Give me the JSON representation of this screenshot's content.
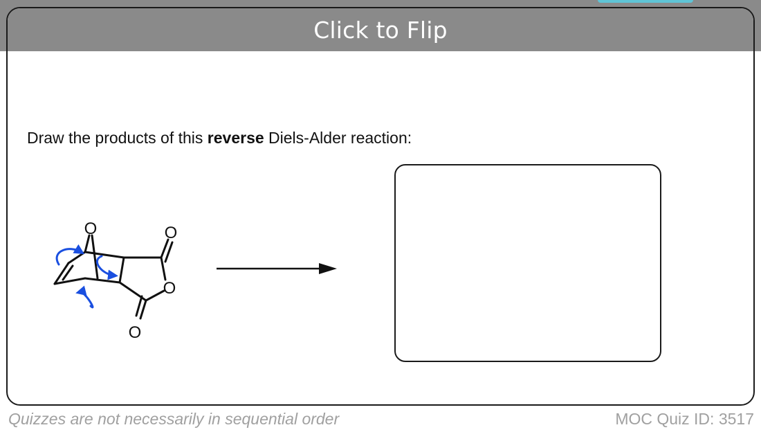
{
  "card": {
    "flip_label": "Click to Flip"
  },
  "question": {
    "prefix": "Draw the products of this ",
    "emphasis": "reverse",
    "suffix": " Diels-Alder reaction:"
  },
  "molecule": {
    "atom_bridge_o": "O",
    "atom_carbonyl_top_o": "O",
    "atom_ring_o": "O",
    "atom_carbonyl_bottom_o": "O"
  },
  "colors": {
    "flip_bar": "#8a8a8a",
    "curved_arrows": "#1a4fe0",
    "footer_text": "#a0a0a0"
  },
  "footer": {
    "note": "Quizzes are not necessarily in sequential order",
    "quiz_id": "MOC Quiz ID: 3517"
  }
}
